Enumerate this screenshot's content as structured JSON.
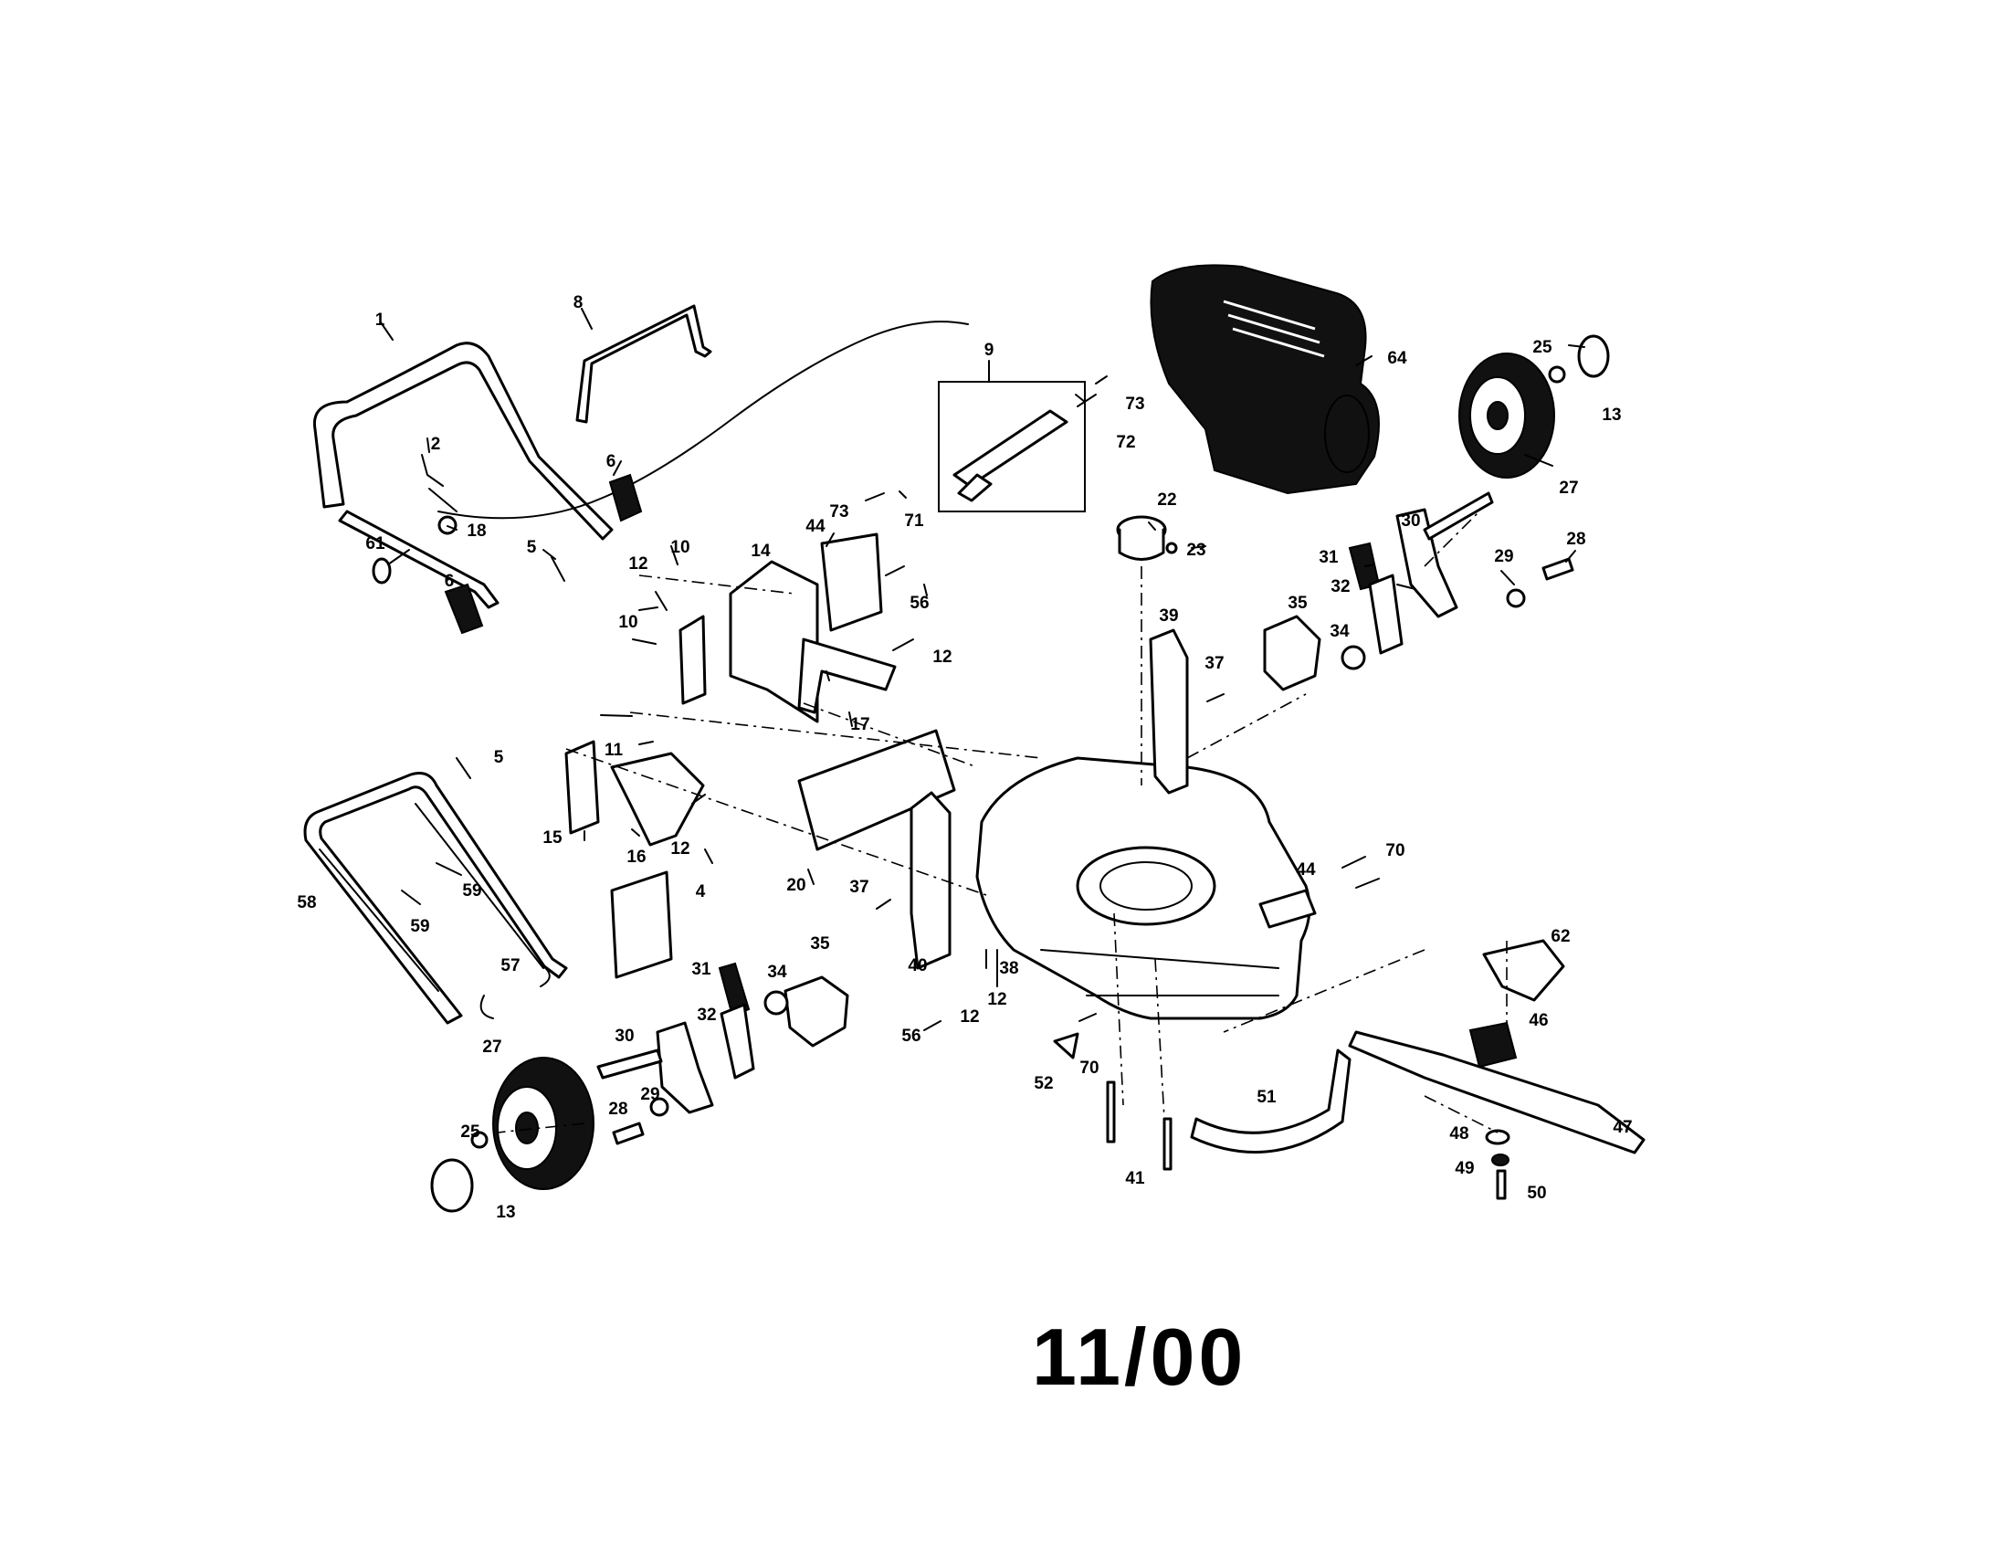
{
  "diagram": {
    "date_code": "11/00",
    "part_labels": [
      "1",
      "2",
      "4",
      "5",
      "5",
      "6",
      "6",
      "8",
      "9",
      "10",
      "10",
      "11",
      "12",
      "12",
      "12",
      "12",
      "12",
      "13",
      "13",
      "14",
      "15",
      "16",
      "17",
      "18",
      "20",
      "22",
      "23",
      "25",
      "25",
      "27",
      "27",
      "28",
      "28",
      "29",
      "29",
      "30",
      "30",
      "31",
      "31",
      "32",
      "32",
      "34",
      "34",
      "35",
      "35",
      "37",
      "37",
      "38",
      "39",
      "40",
      "41",
      "44",
      "44",
      "46",
      "47",
      "48",
      "49",
      "50",
      "51",
      "52",
      "56",
      "56",
      "57",
      "58",
      "59",
      "59",
      "61",
      "62",
      "64",
      "70",
      "70",
      "71",
      "72",
      "73",
      "73"
    ]
  }
}
